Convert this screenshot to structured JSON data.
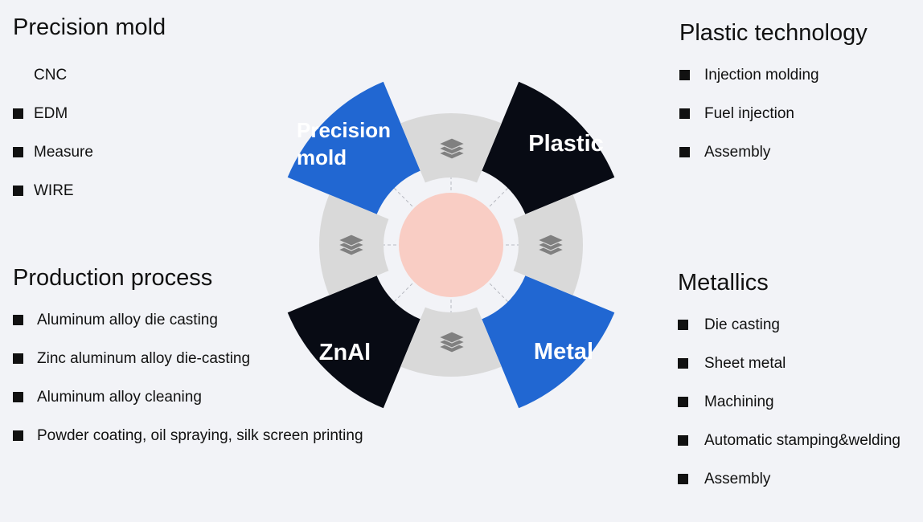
{
  "sections": {
    "precision_mold": {
      "title": "Precision mold",
      "items": [
        "CNC",
        "EDM",
        "Measure",
        "WIRE"
      ]
    },
    "plastic_technology": {
      "title": "Plastic technology",
      "items": [
        "Injection molding",
        "Fuel injection",
        "Assembly"
      ]
    },
    "production_process": {
      "title": "Production process",
      "items": [
        "Aluminum alloy die casting",
        "Zinc aluminum alloy die-casting",
        "Aluminum alloy cleaning",
        "Powder coating, oil spraying, silk screen printing"
      ]
    },
    "metallics": {
      "title": "Metallics",
      "items": [
        "Die casting",
        "Sheet metal",
        "Machining",
        "Automatic stamping&welding",
        "Assembly"
      ]
    }
  },
  "hub": {
    "labels": {
      "top_left_line1": "Precision",
      "top_left_line2": "mold",
      "top_right": "Plastic",
      "bottom_left": "ZnAl",
      "bottom_right": "Metal"
    },
    "colors": {
      "blue": "#2167d2",
      "black": "#080b14",
      "gray": "#d9d9d9",
      "center": "#f9cdc4",
      "icon": "#808080",
      "dash": "#b7b9c0"
    }
  }
}
